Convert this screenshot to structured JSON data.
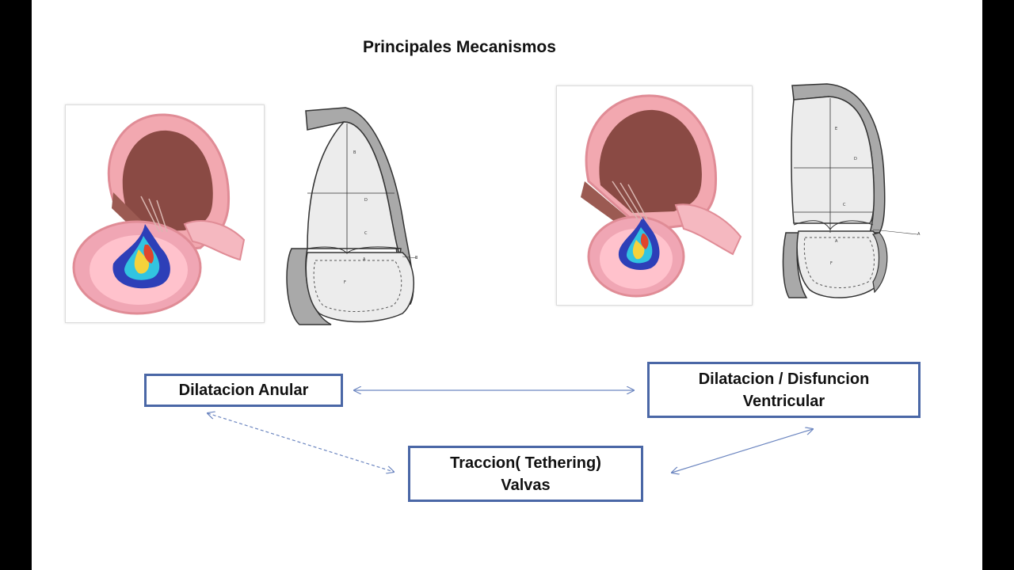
{
  "title": "Principales Mecanismos",
  "boxes": {
    "annular": {
      "line1": "Dilatacion Anular"
    },
    "ventricular": {
      "line1": "Dilatacion / Disfuncion",
      "line2": "Ventricular"
    },
    "tethering": {
      "line1": "Traccion( Tethering)",
      "line2": "Valvas"
    }
  },
  "colors": {
    "box_border": "#4a67a6",
    "arrow": "#6c86c0",
    "heart_pink": "#e8a0a8",
    "heart_muscle": "#8a4a44",
    "schematic_wall": "#a9a9a9",
    "schematic_cavity": "#ececec"
  },
  "icons": {
    "arrow_annular_ventricular": "double-headed-arrow",
    "arrow_annular_tethering": "dashed-double-headed-arrow",
    "arrow_tethering_ventricular": "double-headed-arrow"
  }
}
